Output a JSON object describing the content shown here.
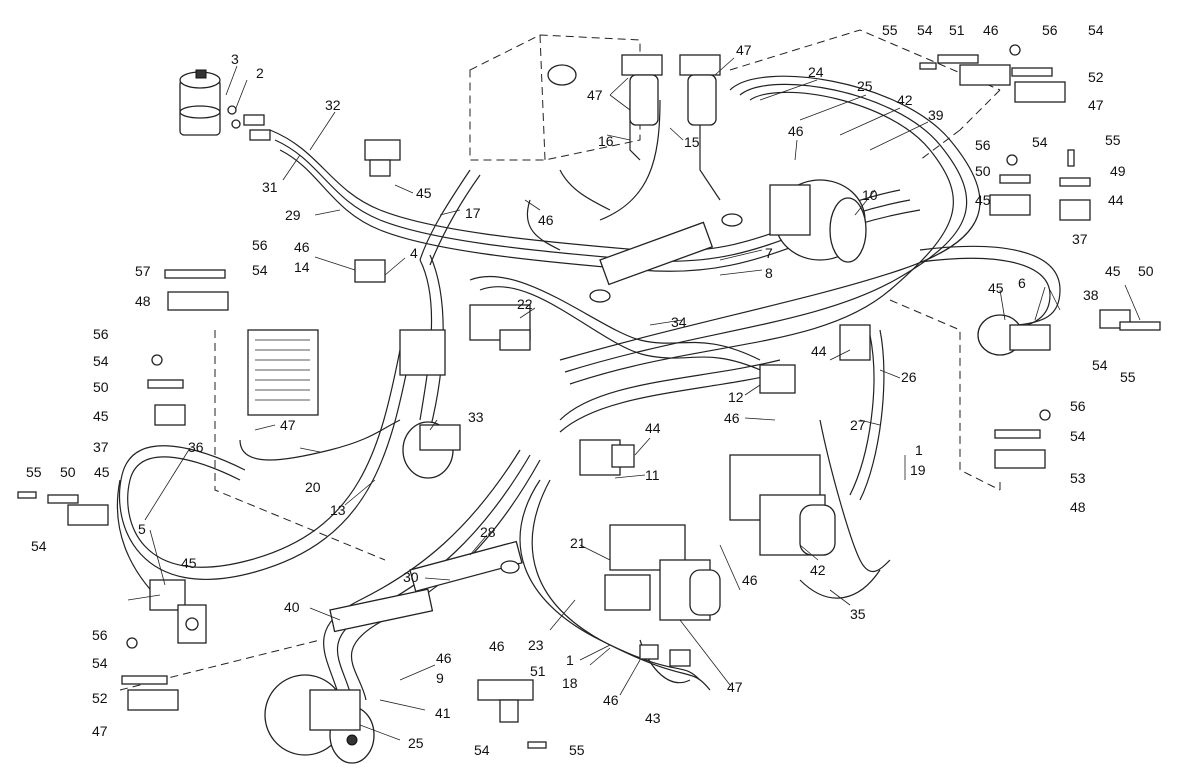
{
  "callouts": [
    "1",
    "2",
    "3",
    "4",
    "5",
    "6",
    "7",
    "8",
    "9",
    "10",
    "11",
    "12",
    "13",
    "14",
    "15",
    "16",
    "17",
    "18",
    "19",
    "20",
    "21",
    "22",
    "23",
    "24",
    "25",
    "26",
    "27",
    "28",
    "29",
    "30",
    "31",
    "32",
    "33",
    "34",
    "35",
    "36",
    "37",
    "38",
    "39",
    "40",
    "41",
    "42",
    "43",
    "44",
    "45",
    "46",
    "47",
    "48",
    "49",
    "50",
    "51",
    "52",
    "53",
    "54",
    "55",
    "56",
    "57"
  ],
  "colors": {
    "ink": "#222222",
    "background": "#ffffff"
  }
}
